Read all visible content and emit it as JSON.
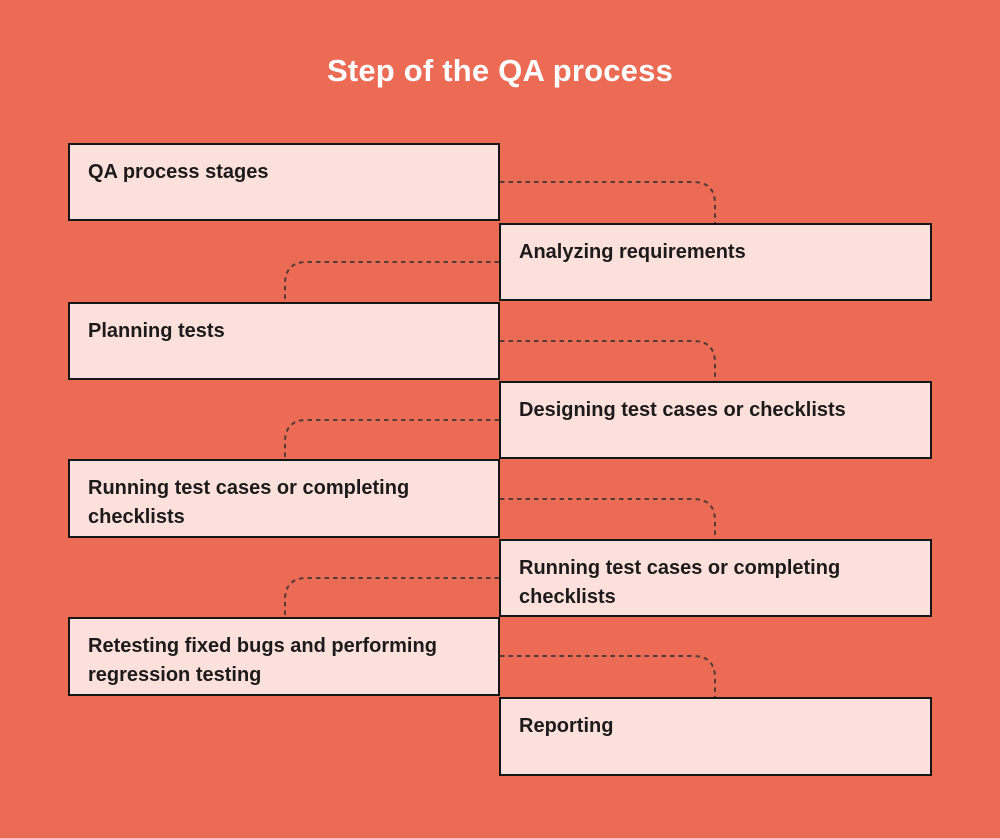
{
  "title": "Step of the QA process",
  "colors": {
    "background": "#EB6B55",
    "box_fill": "#FBE0DB",
    "box_border": "#151515",
    "box_text": "#1C1A1A",
    "title_text": "#FFFFFF",
    "connector": "#553B35"
  },
  "steps": [
    {
      "label": "QA process stages",
      "side": "left"
    },
    {
      "label": "Analyzing requirements",
      "side": "right"
    },
    {
      "label": "Planning tests",
      "side": "left"
    },
    {
      "label": "Designing test cases or checklists",
      "side": "right"
    },
    {
      "label": "Running test cases or completing checklists",
      "side": "left"
    },
    {
      "label": "Running test cases or completing checklists",
      "side": "right"
    },
    {
      "label": "Retesting fixed bugs and performing regression testing",
      "side": "left"
    },
    {
      "label": "Reporting",
      "side": "right"
    }
  ]
}
